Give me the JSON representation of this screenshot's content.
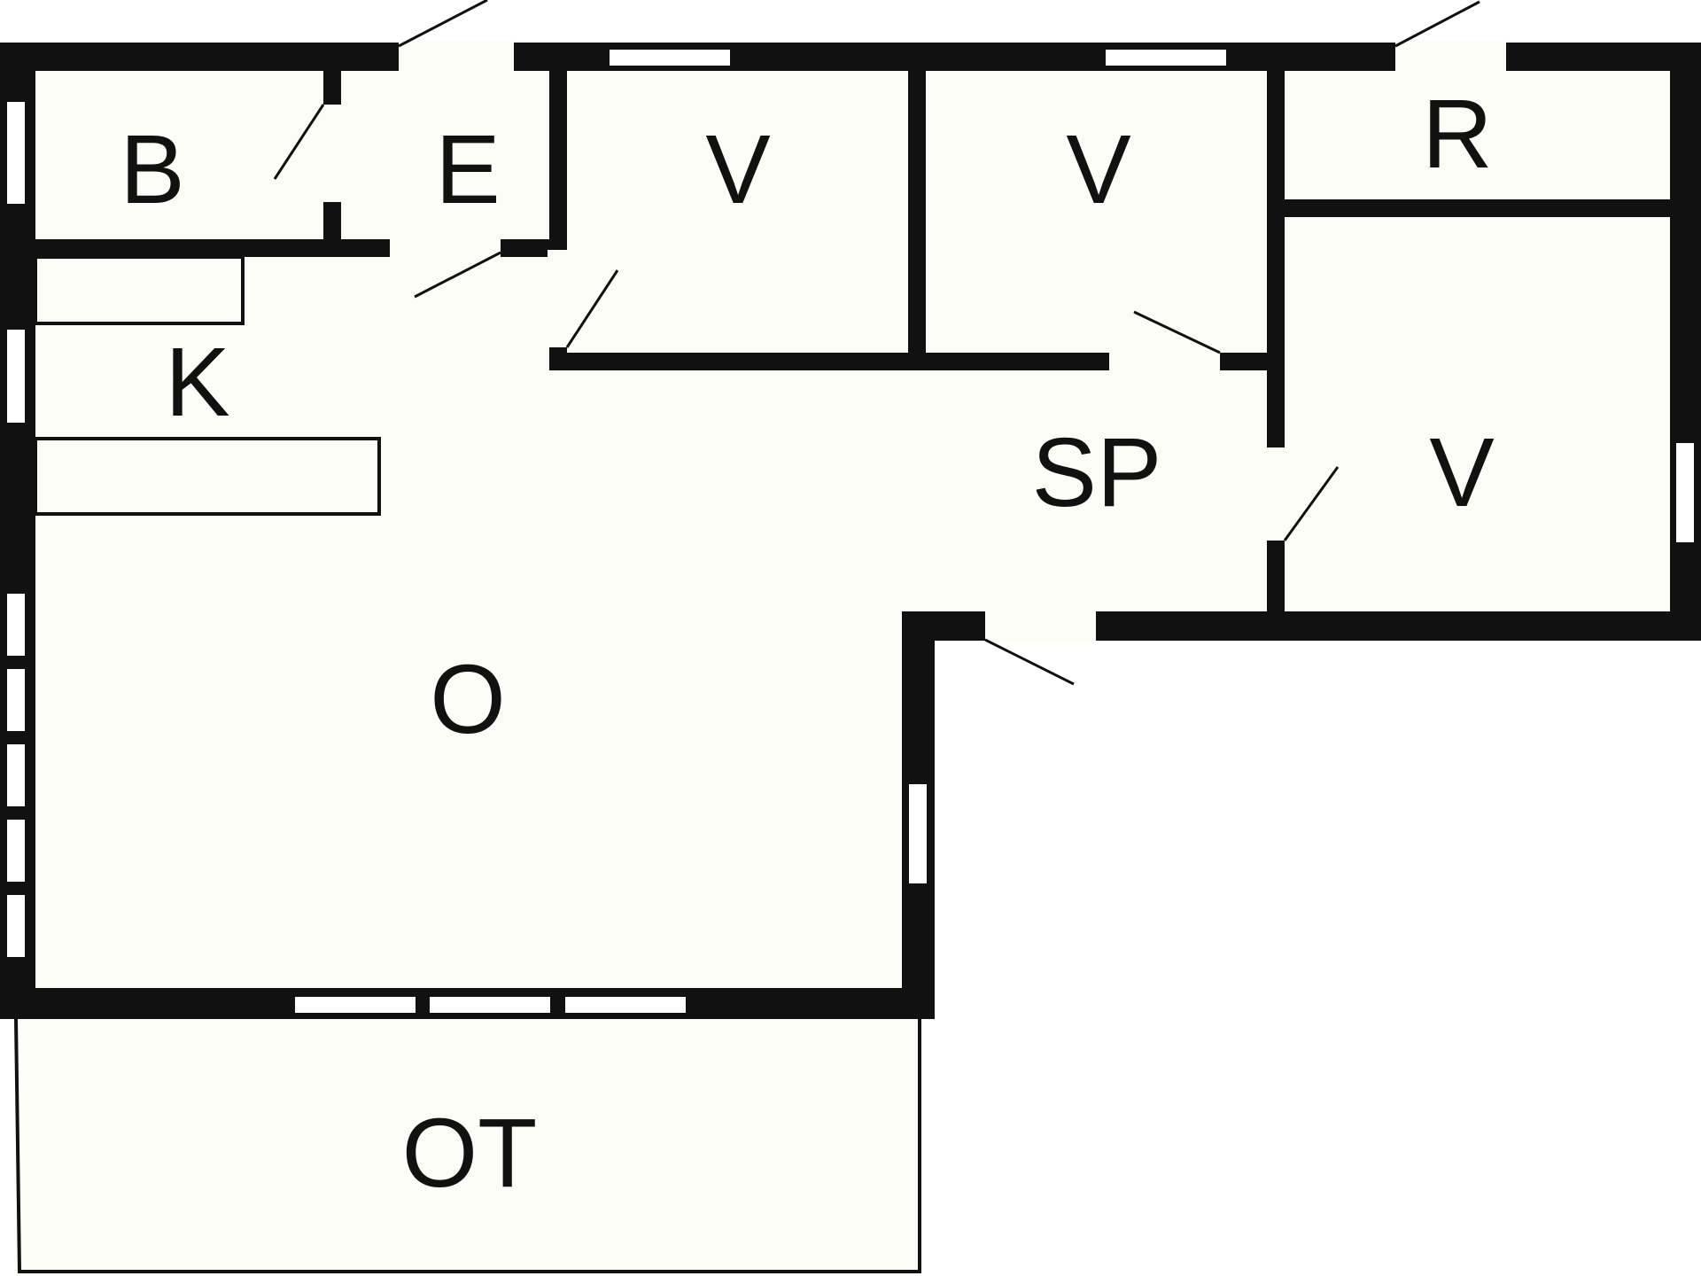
{
  "rooms": {
    "bathroom": "B",
    "entry": "E",
    "bedroom_1": "V",
    "bedroom_2": "V",
    "bedroom_3": "V",
    "storage": "R",
    "kitchen": "K",
    "hall": "SP",
    "living": "O",
    "terrace": "OT"
  },
  "colors": {
    "wall": "#111111",
    "floor": "#fdfdf8",
    "background": "#ffffff"
  }
}
